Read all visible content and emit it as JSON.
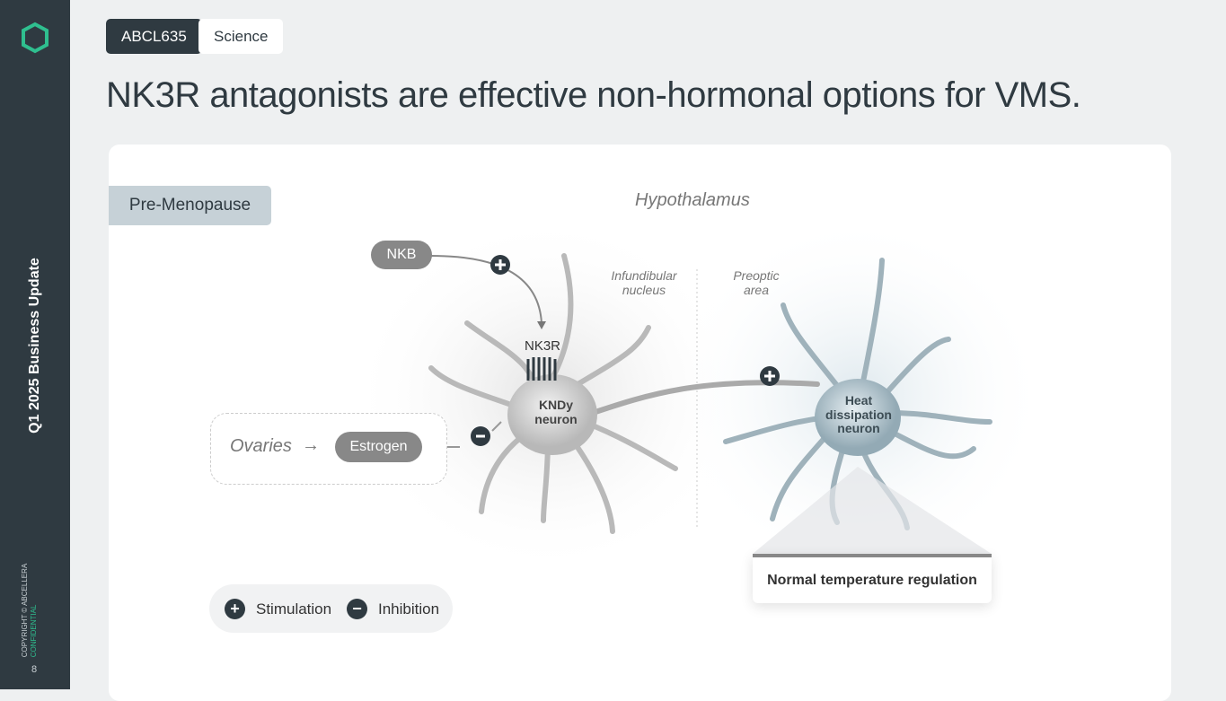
{
  "sidebar": {
    "title": "Q1 2025 Business Update",
    "copyright": "COPYRIGHT © ABCELLERA",
    "confidential": "CONFIDENTIAL",
    "page": "8"
  },
  "tags": {
    "program": "ABCL635",
    "category": "Science"
  },
  "title": "NK3R antagonists are effective non-hormonal options for VMS.",
  "diagram": {
    "state": "Pre-Menopause",
    "region": "Hypothalamus",
    "nkb": "NKB",
    "nk3r": "NK3R",
    "kndy": [
      "KNDy",
      "neuron"
    ],
    "infundibular": [
      "Infundibular",
      "nucleus"
    ],
    "preoptic": [
      "Preoptic",
      "area"
    ],
    "heat": [
      "Heat",
      "dissipation",
      "neuron"
    ],
    "ovaries": "Ovaries",
    "estrogen": "Estrogen",
    "outcome": "Normal temperature regulation"
  },
  "legend": {
    "stimulation": "Stimulation",
    "inhibition": "Inhibition",
    "plus": "+",
    "minus": "−"
  },
  "colors": {
    "sidebar": "#2f3a41",
    "accent": "#2fbf8f"
  }
}
